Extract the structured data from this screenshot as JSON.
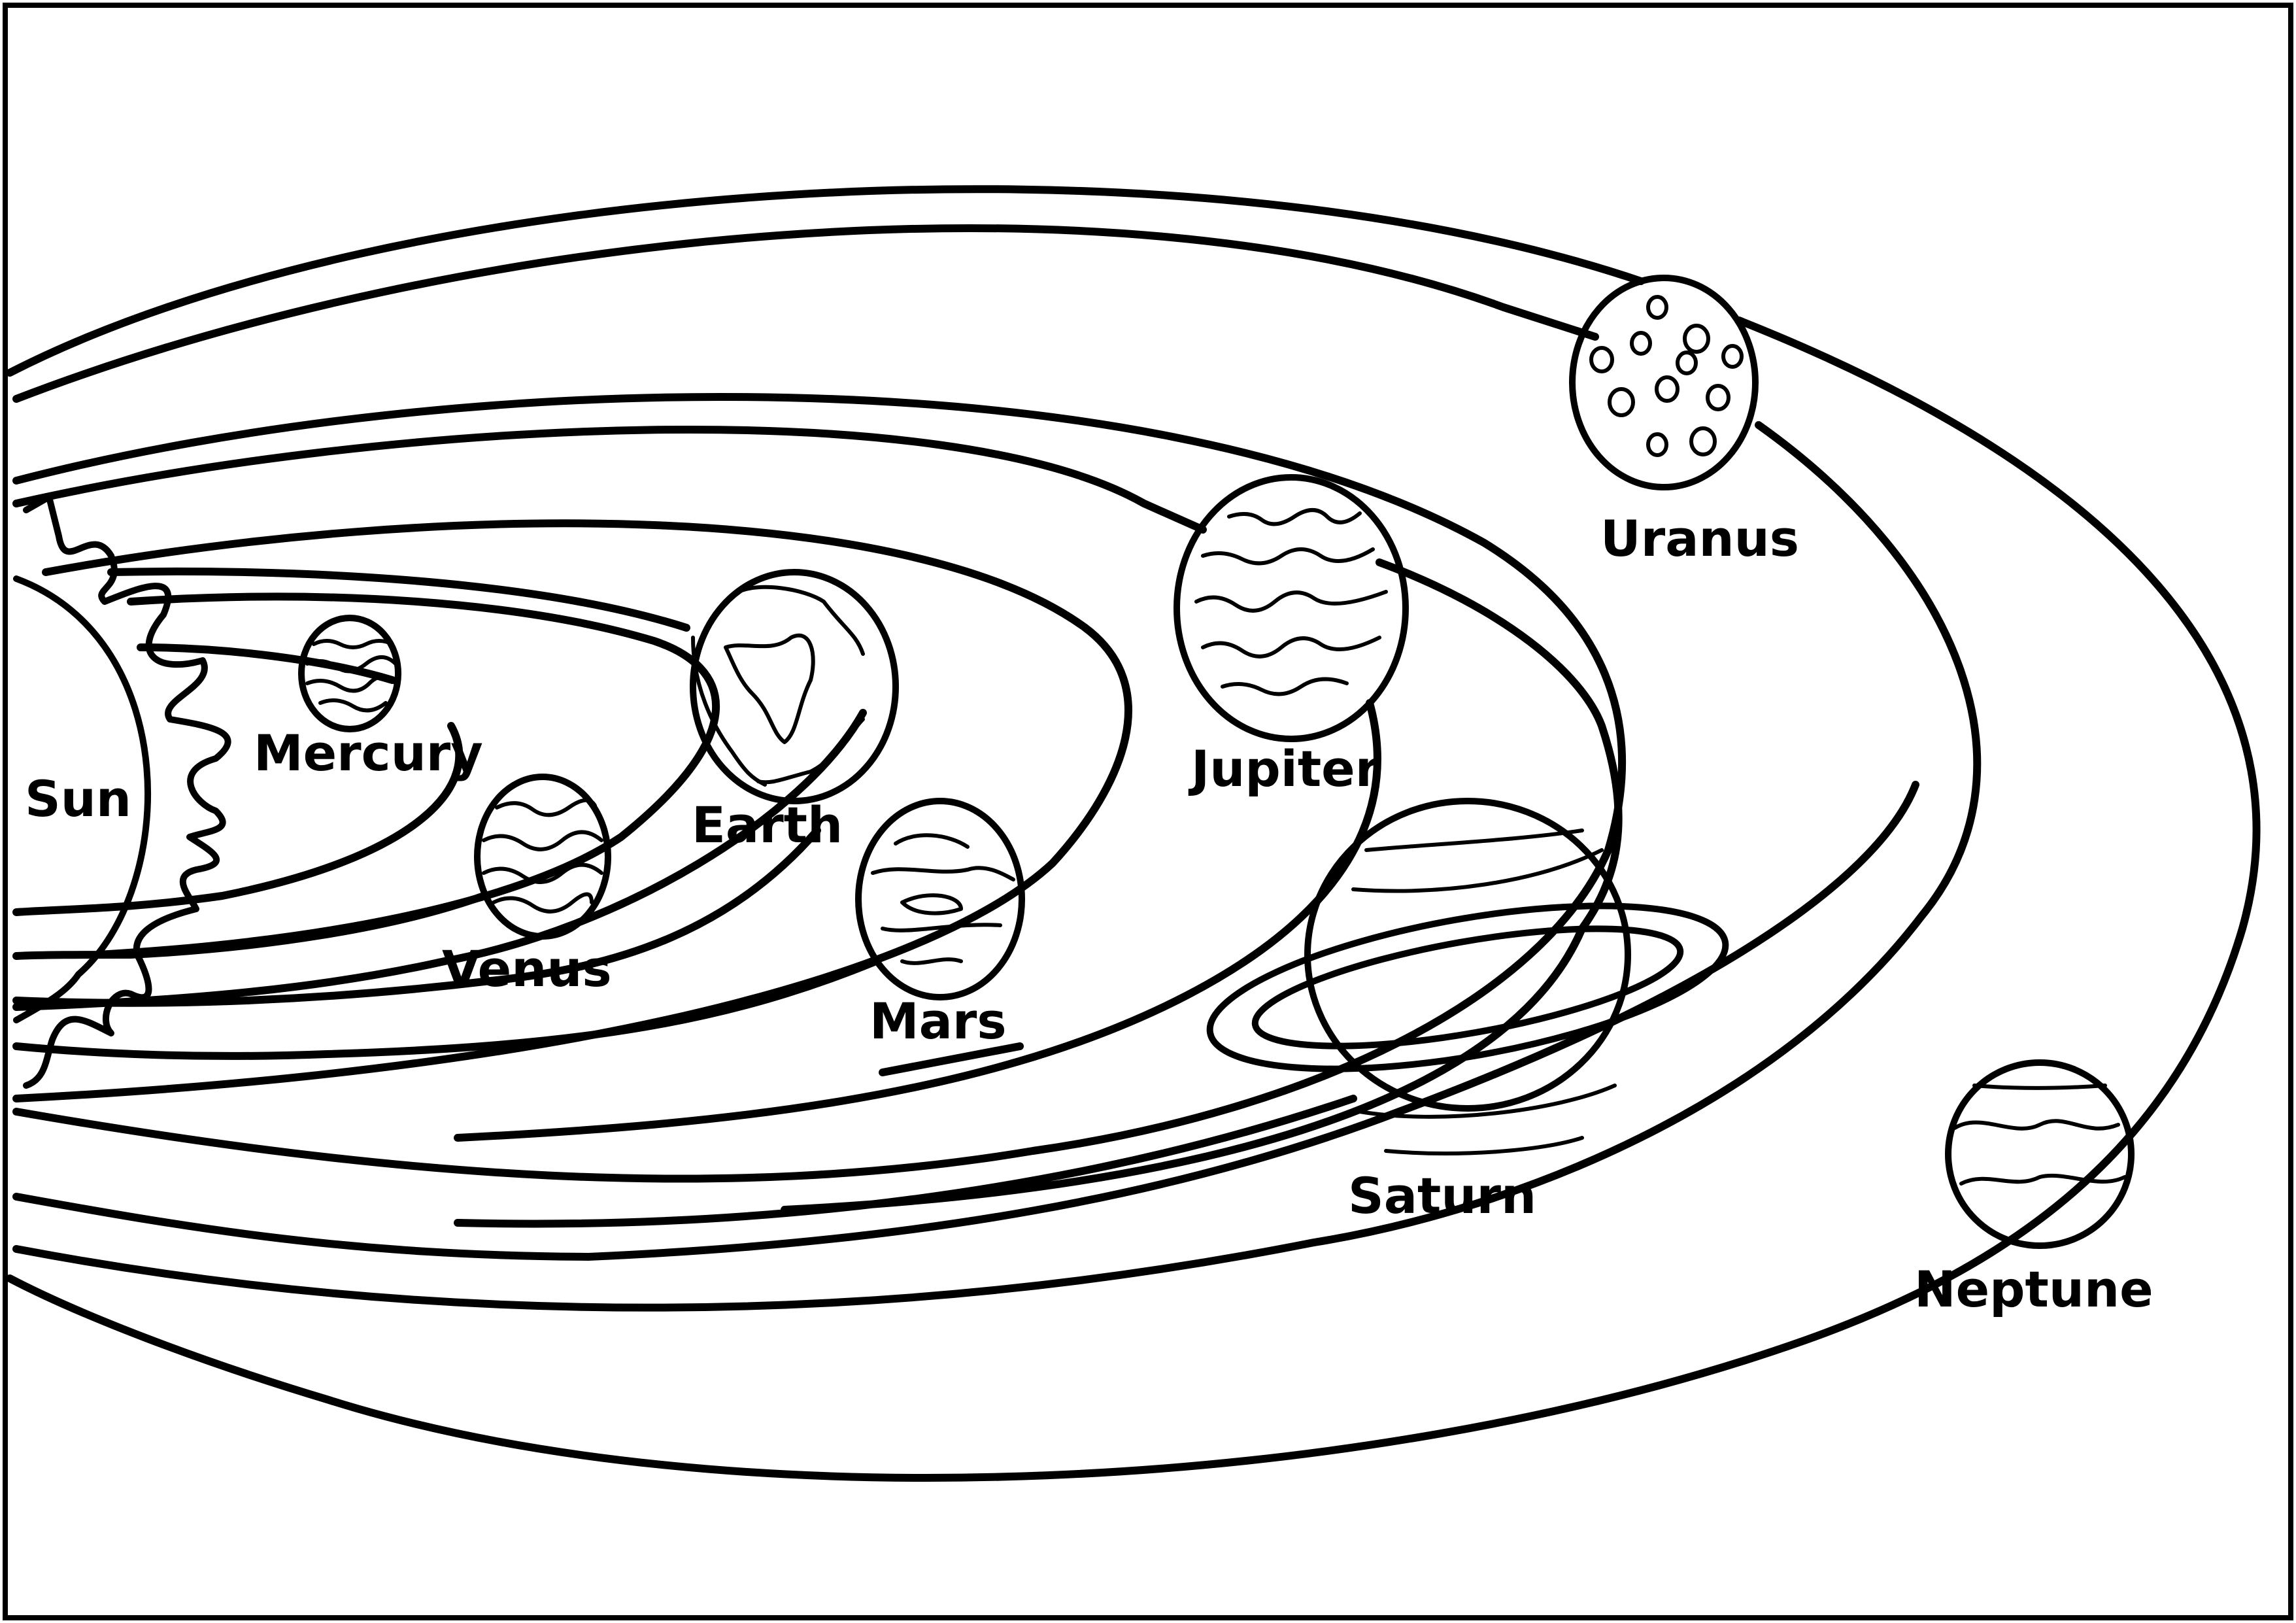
{
  "labels": {
    "sun": "Sun",
    "mercury": "Mercury",
    "venus": "Venus",
    "earth": "Earth",
    "mars": "Mars",
    "jupiter": "Jupiter",
    "saturn": "Saturn",
    "uranus": "Uranus",
    "neptune": "Neptune"
  },
  "colors": {
    "ink": "#000000",
    "paper": "#ffffff"
  }
}
